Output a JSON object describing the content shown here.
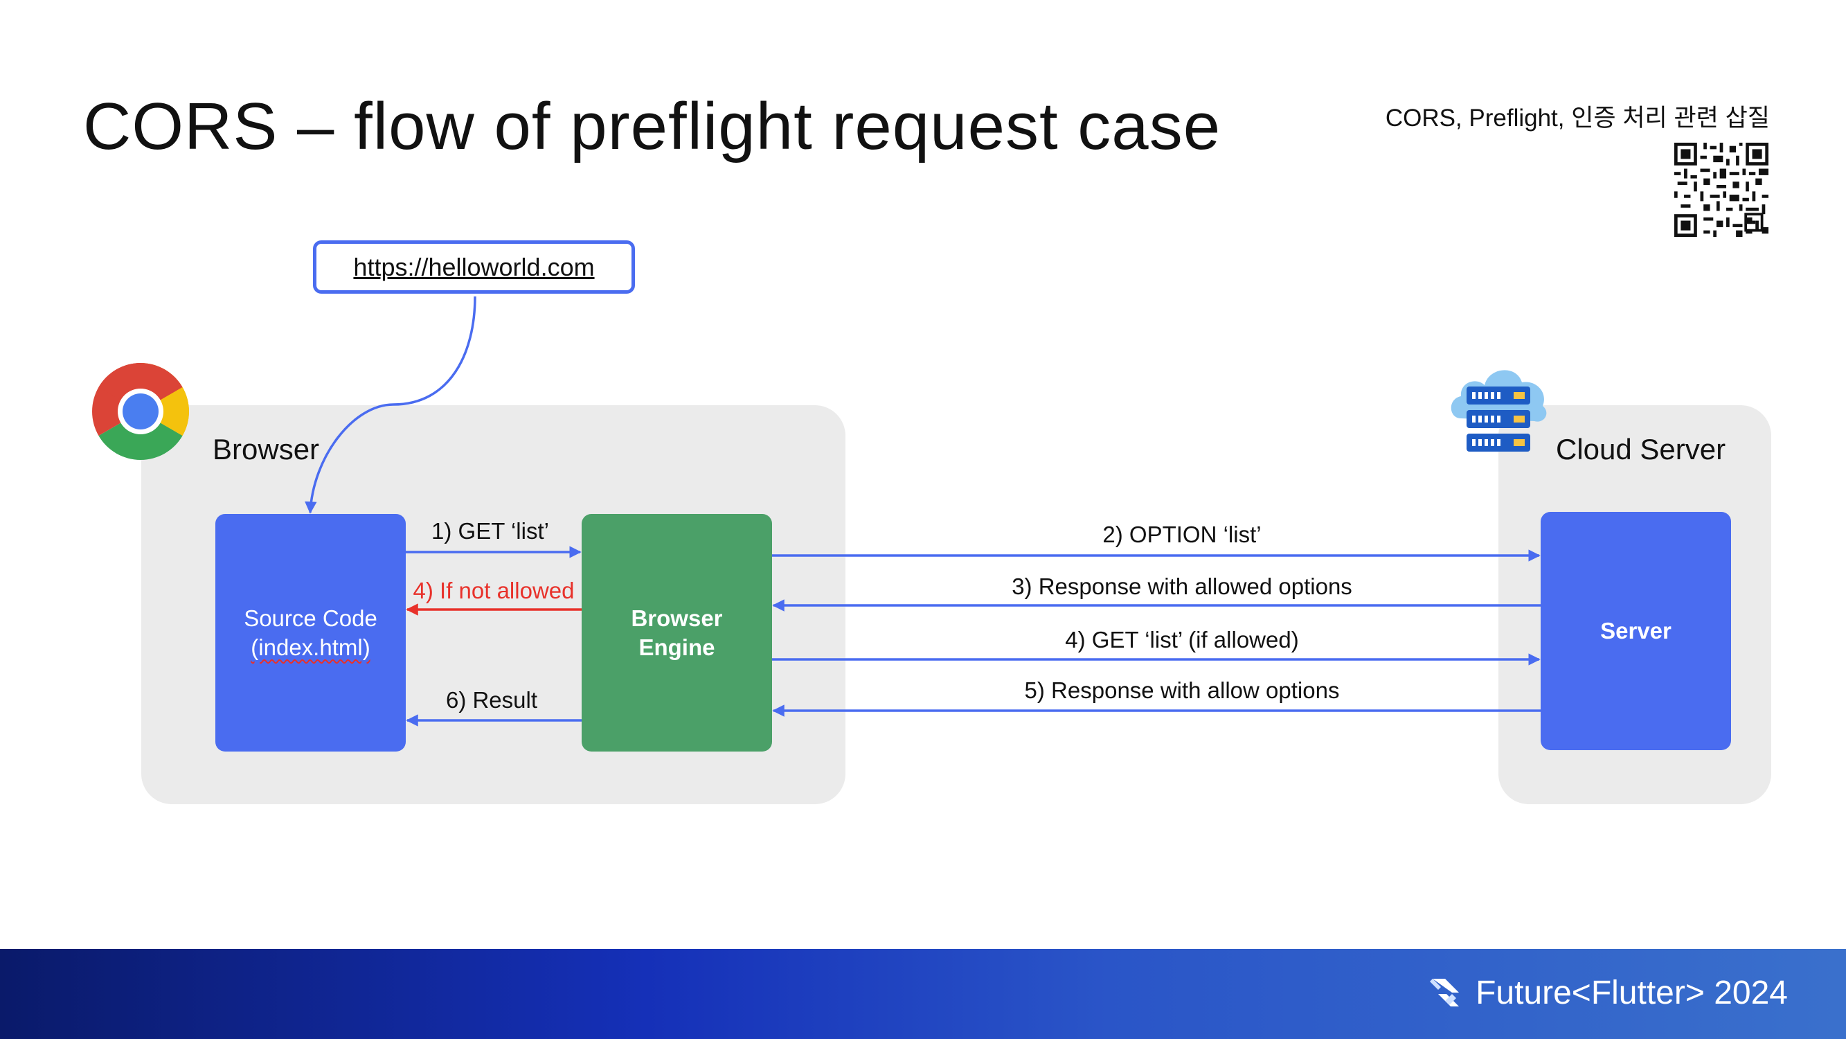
{
  "slide": {
    "title": "CORS – flow of preflight request case",
    "subtitle": "CORS, Preflight, 인증 처리 관련 삽질"
  },
  "diagram": {
    "url": "https://helloworld.com",
    "browser_label": "Browser",
    "cloud_label": "Cloud Server",
    "source_code_line1": "Source Code",
    "source_code_line2": "(index.html)",
    "engine_line1": "Browser",
    "engine_line2": "Engine",
    "server_label": "Server",
    "arrows": {
      "get_list": "1) GET ‘list’",
      "not_allowed": "4) If not allowed",
      "result": "6) Result",
      "option": "2) OPTION ‘list’",
      "response_allowed": "3) Response with allowed options",
      "get_if_allowed": "4) GET ‘list’ (if allowed)",
      "response_allow": "5) Response with allow options"
    }
  },
  "footer": {
    "brand": "Future<Flutter> 2024"
  },
  "colors": {
    "blue_block": "#4a6cf0",
    "green_block": "#4ba068",
    "arrow_blue": "#4a6cf0",
    "arrow_red": "#e8312a",
    "panel_bg": "#ebebeb"
  },
  "icons": [
    "chrome-icon",
    "cloud-server-icon",
    "qr-code",
    "flutter-logo-icon"
  ]
}
